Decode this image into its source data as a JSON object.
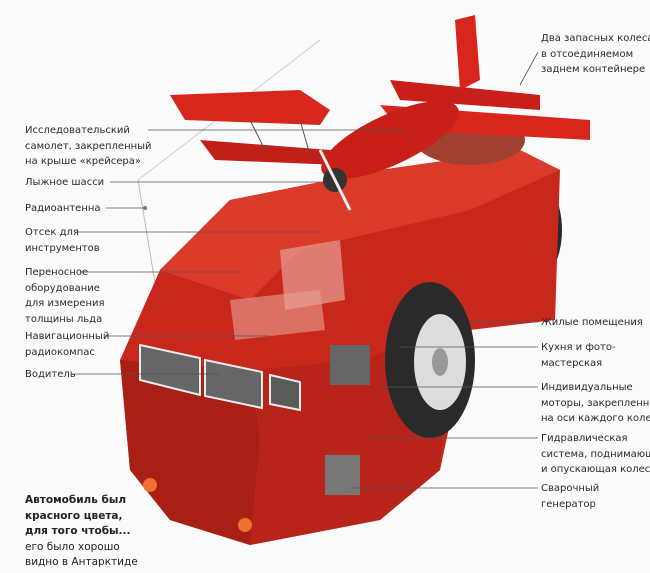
{
  "labels_left": [
    {
      "id": "plane",
      "lines": [
        "Исследовательский",
        "самолет, закрепленный",
        "на крыше «крейсера»"
      ]
    },
    {
      "id": "ski",
      "lines": [
        "Лыжное шасси"
      ]
    },
    {
      "id": "antenna",
      "lines": [
        "Радиоантенна"
      ]
    },
    {
      "id": "instruments",
      "lines": [
        "Отсек для",
        "инструментов"
      ]
    },
    {
      "id": "ice",
      "lines": [
        "Переносное",
        "оборудование",
        "для измерения",
        "толщины льда"
      ]
    },
    {
      "id": "compass",
      "lines": [
        "Навигационный",
        "радиокомпас"
      ]
    },
    {
      "id": "driver",
      "lines": [
        "Водитель"
      ]
    }
  ],
  "labels_right": [
    {
      "id": "spare",
      "lines": [
        "Два запасных колеса",
        "в отсоединяемом",
        "заднем контейнере"
      ]
    },
    {
      "id": "living",
      "lines": [
        "Жилые помещения"
      ]
    },
    {
      "id": "kitchen",
      "lines": [
        "Кухня и фото-",
        "мастерская"
      ]
    },
    {
      "id": "motors",
      "lines": [
        "Индивидуальные",
        "моторы, закрепленные",
        "на оси каждого колеса"
      ]
    },
    {
      "id": "hydraulic",
      "lines": [
        "Гидравлическая",
        "система, поднимающая",
        "и опускающая колеса"
      ]
    },
    {
      "id": "welder",
      "lines": [
        "Сварочный",
        "генератор"
      ]
    }
  ],
  "note": {
    "bold": [
      "Автомобиль был",
      "красного цвета,",
      "для того чтобы..."
    ],
    "regular": [
      "его было хорошо",
      "видно в Антарктиде"
    ]
  },
  "colors": {
    "body": "#c8281c",
    "body_dark": "#8e1a12",
    "plane": "#d8261c",
    "tire": "#2a2a2a"
  }
}
